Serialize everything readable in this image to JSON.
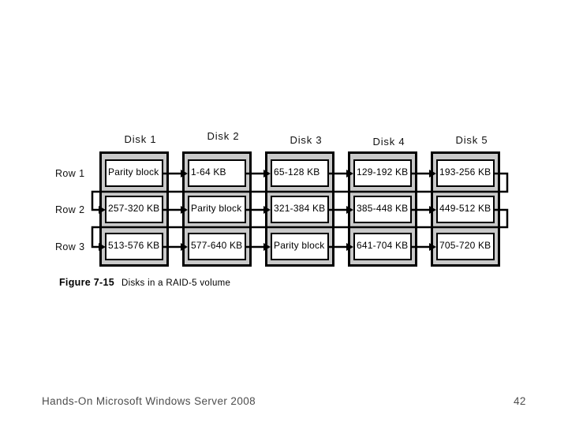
{
  "slide": {
    "footer_left": "Hands-On Microsoft Windows Server 2008",
    "page_number": "42"
  },
  "figure": {
    "caption_label": "Figure 7-15",
    "caption_text": "Disks in a RAID-5 volume",
    "disk_labels": [
      "Disk 1",
      "Disk 2",
      "Disk 3",
      "Disk 4",
      "Disk 5"
    ],
    "row_labels": [
      "Row 1",
      "Row 2",
      "Row 3"
    ],
    "grid": [
      [
        "Parity block",
        "1-64 KB",
        "65-128 KB",
        "129-192 KB",
        "193-256 KB"
      ],
      [
        "257-320 KB",
        "Parity block",
        "321-384 KB",
        "385-448 KB",
        "449-512 KB"
      ],
      [
        "513-576 KB",
        "577-640 KB",
        "Parity block",
        "641-704 KB",
        "705-720 KB"
      ]
    ],
    "colors": {
      "disk_fill": "#c9c9c9",
      "line": "#000000"
    }
  }
}
